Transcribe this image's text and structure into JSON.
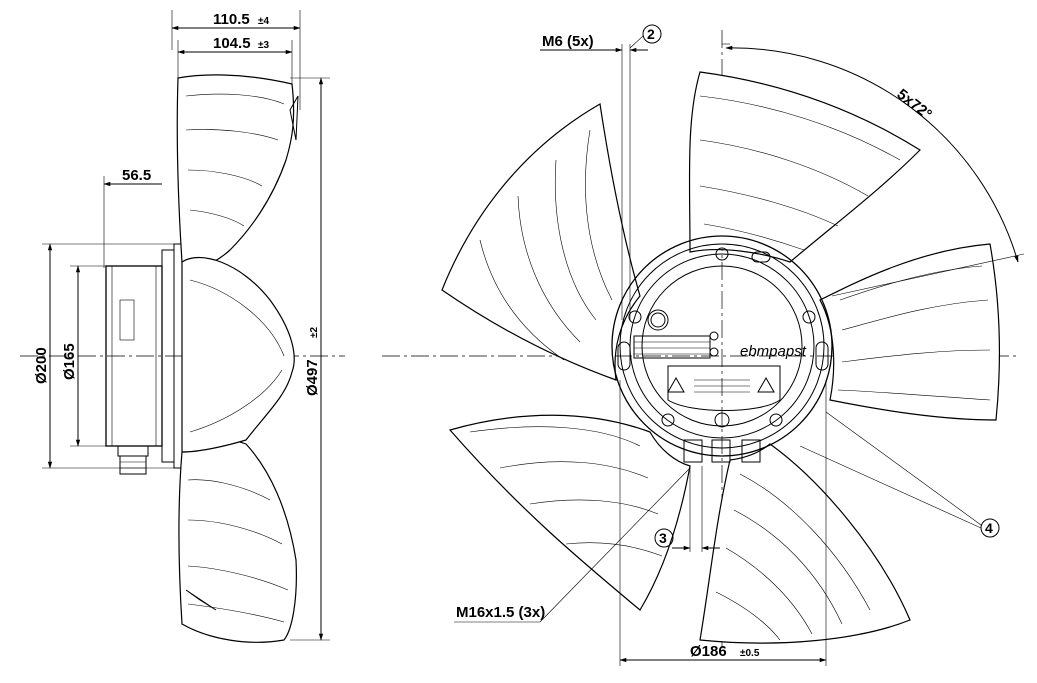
{
  "side_view": {
    "dim_total_width": {
      "value": "110.5",
      "tol": "±4"
    },
    "dim_inner_width": {
      "value": "104.5",
      "tol": "±3"
    },
    "dim_motor_depth": {
      "value": "56.5"
    },
    "dim_diameter_200": {
      "value": "Ø200"
    },
    "dim_diameter_165": {
      "value": "Ø165"
    },
    "dim_fan_diameter": {
      "value": "Ø497",
      "tol": "±2"
    }
  },
  "front_view": {
    "thread_label": "M6 (5x)",
    "angle_label": "5x72°",
    "cable_gland_label": "M16x1.5 (3x)",
    "bolt_circle": {
      "value": "Ø186",
      "tol": "±0.5"
    },
    "brand": "ebmpapst",
    "callouts": [
      "2",
      "3",
      "4"
    ]
  }
}
